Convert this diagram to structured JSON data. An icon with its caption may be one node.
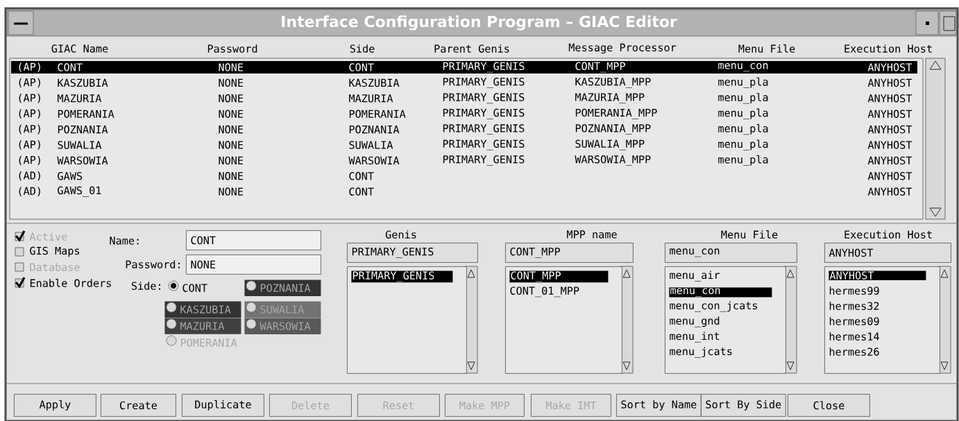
{
  "diagram": {
    "title": "Interface Configuration Program – GIAC Editor",
    "nodes": [
      {
        "text": [
          "CONT"
        ]
      },
      {
        "text": [
          "NONE"
        ]
      },
      {
        "text": [
          "CONT"
        ]
      },
      {
        "text": [
          "POZNANIA"
        ]
      },
      {
        "text": [
          "KASZUBIA"
        ]
      },
      {
        "text": [
          "SUWALIA"
        ]
      },
      {
        "text": [
          "MAZURIA"
        ]
      },
      {
        "text": [
          "WARSOWIA"
        ]
      },
      {
        "text": [
          "POMERANIA"
        ]
      },
      {
        "text": [
          "PRIMARY_GENIS"
        ]
      },
      {
        "text": [
          "CONT_MPP"
        ]
      },
      {
        "text": [
          "menu_con"
        ]
      },
      {
        "text": [
          "ANYHOST"
        ]
      },
      {
        "text": [
          "PRIMARY_GENIS"
        ]
      },
      {
        "text": [
          "CONT_MPP",
          "CONT_01_MPP"
        ]
      },
      {
        "text": [
          "menu_air",
          "menu_con",
          "menu_con_jcats",
          "menu_gnd",
          "menu_int",
          "menu_jcats"
        ]
      },
      {
        "text": [
          "ANYHOST",
          "hermes99",
          "hermes32",
          "hermes09",
          "hermes14",
          "hermes26"
        ]
      },
      {
        "text": [
          "Apply"
        ]
      },
      {
        "text": [
          "Create"
        ]
      },
      {
        "text": [
          "Duplicate"
        ]
      },
      {
        "text": [
          "Delete"
        ]
      },
      {
        "text": [
          "Reset"
        ]
      },
      {
        "text": [
          "Make MPP"
        ]
      },
      {
        "text": [
          "Make IMT"
        ]
      },
      {
        "text": [
          "Sort by Name"
        ]
      },
      {
        "text": [
          "Sort By Side"
        ]
      },
      {
        "text": [
          "Close"
        ]
      }
    ],
    "labels": [
      "GIAC Name",
      "Password",
      "Side",
      "Parent Genis",
      "Message Processor",
      "Menu File",
      "Execution Host",
      "(AP)",
      "CONT",
      "NONE",
      "CONT",
      "PRIMARY_GENIS",
      "CONT_MPP",
      "menu_con",
      "ANYHOST",
      "(AP)",
      "KASZUBIA",
      "NONE",
      "KASZUBIA",
      "PRIMARY_GENIS",
      "KASZUBIA_MPP",
      "menu_pla",
      "ANYHOST",
      "(AP)",
      "MAZURIA",
      "NONE",
      "MAZURIA",
      "PRIMARY_GENIS",
      "MAZURIA_MPP",
      "menu_pla",
      "ANYHOST",
      "(AP)",
      "POMERANIA",
      "NONE",
      "POMERANIA",
      "PRIMARY_GENIS",
      "POMERANIA_MPP",
      "menu_pla",
      "ANYHOST",
      "(AP)",
      "POZNANIA",
      "NONE",
      "POZNANIA",
      "PRIMARY_GENIS",
      "POZNANIA_MPP",
      "menu_pla",
      "ANYHOST",
      "(AP)",
      "SUWALIA",
      "NONE",
      "SUWALIA",
      "PRIMARY_GENIS",
      "SUWALIA_MPP",
      "menu_pla",
      "ANYHOST",
      "(AP)",
      "WARSOWIA",
      "NONE",
      "WARSOWIA",
      "PRIMARY_GENIS",
      "WARSOWIA_MPP",
      "menu_pla",
      "ANYHOST",
      "(AD)",
      "GAWS",
      "NONE",
      "CONT",
      "ANYHOST",
      "(AD)",
      "GAWS_01",
      "NONE",
      "CONT",
      "ANYHOST",
      "Active",
      "GIS Maps",
      "Database",
      "Enable Orders",
      "Name:",
      "Password:",
      "Side:",
      "Genis",
      "MPP name",
      "Menu File",
      "Execution Host"
    ]
  }
}
